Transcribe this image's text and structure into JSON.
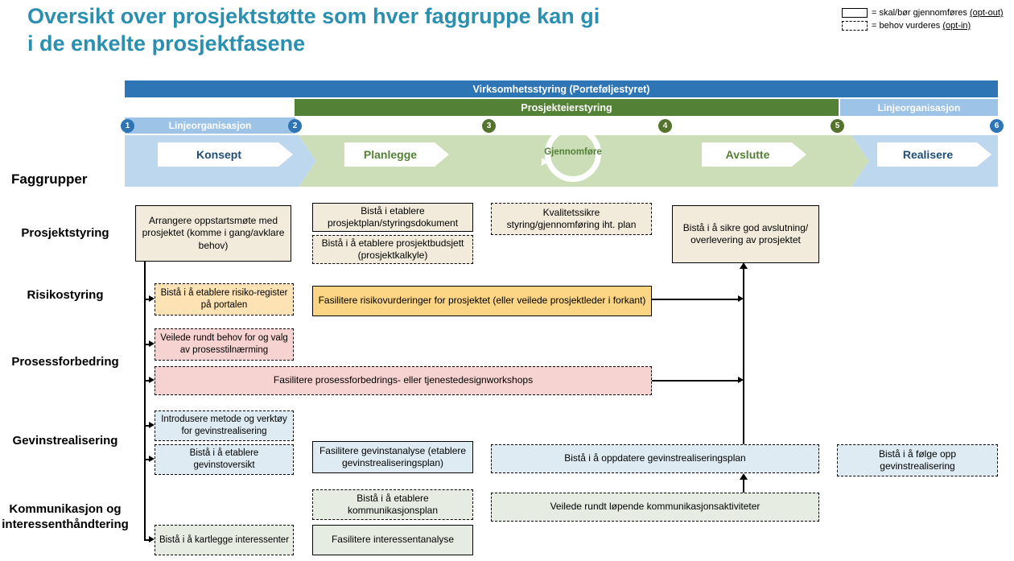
{
  "title": "Oversikt over prosjektstøtte som hver faggruppe kan gi\ni de enkelte prosjektfasene",
  "legend": {
    "items": [
      {
        "text": "= skal/bør gjennomføres ",
        "tag": "(opt-out)"
      },
      {
        "text": "= behov vurderes ",
        "tag": "(opt-in)"
      }
    ]
  },
  "bands": {
    "virksomhetsstyring": "Virksomhetsstyring (Porteføljestyret)",
    "prosjekteierstyring": "Prosjekteierstyring",
    "linjeorganisasjon_left": "Linjeorganisasjon",
    "linjeorganisasjon_right": "Linjeorganisasjon"
  },
  "milestones": [
    "1",
    "2",
    "3",
    "4",
    "5",
    "6"
  ],
  "phases": [
    {
      "label": "Konsept"
    },
    {
      "label": "Planlegge"
    },
    {
      "label": "Gjennomføre"
    },
    {
      "label": "Avslutte"
    },
    {
      "label": "Realisere"
    }
  ],
  "faggrupper_heading": "Faggrupper",
  "rows": [
    "Prosjektstyring",
    "Risikostyring",
    "Prosessforbedring",
    "Gevinstrealisering",
    "Kommunikasjon og\ninteressenthåndtering"
  ],
  "boxes": [
    {
      "text": "Arrangere oppstartsmøte med prosjektet (komme i gang/avklare behov)"
    },
    {
      "text": "Bistå i etablere prosjektplan/styringsdokument"
    },
    {
      "text": "Bistå i å etablere prosjektbudsjett (prosjektkalkyle)"
    },
    {
      "text": "Kvalitetssikre styring/gjennomføring iht. plan"
    },
    {
      "text": "Bistå i å sikre god avslutning/ overlevering av prosjektet"
    },
    {
      "text": "Bistå i å etablere risiko-register på portalen"
    },
    {
      "text": "Fasilitere risikovurderinger for prosjektet (eller veilede prosjektleder i forkant)"
    },
    {
      "text": "Veilede rundt behov for og valg av prosesstilnærming"
    },
    {
      "text": "Fasilitere prosessforbedrings- eller tjenestedesignworkshops"
    },
    {
      "text": "Introdusere metode og verktøy for gevinstrealisering"
    },
    {
      "text": "Bistå i å etablere gevinstoversikt"
    },
    {
      "text": "Fasilitere gevinstanalyse (etablere gevinstrealiseringsplan)"
    },
    {
      "text": "Bistå i å oppdatere gevinstrealiseringsplan"
    },
    {
      "text": "Bistå i å følge opp gevinstrealisering"
    },
    {
      "text": "Bistå i å etablere kommunikasjonsplan"
    },
    {
      "text": "Veilede rundt løpende kommunikasjonsaktiviteter"
    },
    {
      "text": "Bistå i å kartlegge interessenter"
    },
    {
      "text": "Fasilitere interessentanalyse"
    }
  ],
  "colors": {
    "title_teal": "#2B8FAF",
    "bar_dark_blue": "#2E75B6",
    "bar_dark_green": "#538135",
    "bar_medium_blue": "#9DC3E6",
    "band_light_blue": "#BDD7EE",
    "band_light_green": "#CBDEB8",
    "box_beige": "#F2EBDC",
    "box_orange": "#FBD584",
    "box_orange_light": "#FDE3B4",
    "box_pink": "#F6D2D0",
    "box_blue": "#DEEBF3",
    "box_green": "#E6ECE2",
    "phase_text_blue": "#1F4E79",
    "phase_text_green": "#538135",
    "milestone_blue": "#2E75B6",
    "milestone_green": "#55732C"
  }
}
